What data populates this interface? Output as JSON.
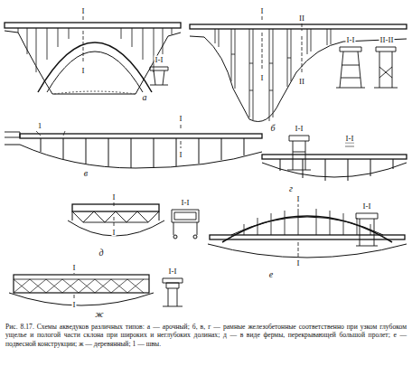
{
  "diagram": {
    "caption": "Рис. 8.17. Схемы акведуков различных типов: а — арочный; б, в, г — рамные железобетонные соответственно при узком глубоком ущелье и пологой части склона при широких и неглубоких долинах; д — в виде фермы, перекрывающей большой пролет; е — подвесной конструкции; ж — деревянный; 1 — швы.",
    "labels": [
      "I",
      "I",
      "I-I",
      "а",
      "I",
      "II",
      "I",
      "II",
      "I-I",
      "II-II",
      "б",
      "1",
      "I",
      "I",
      "I-I",
      "в",
      "I-I",
      "г",
      "I",
      "I",
      "I-I",
      "д",
      "I",
      "I",
      "I-I",
      "е",
      "I",
      "I",
      "I-I",
      "ж"
    ]
  }
}
